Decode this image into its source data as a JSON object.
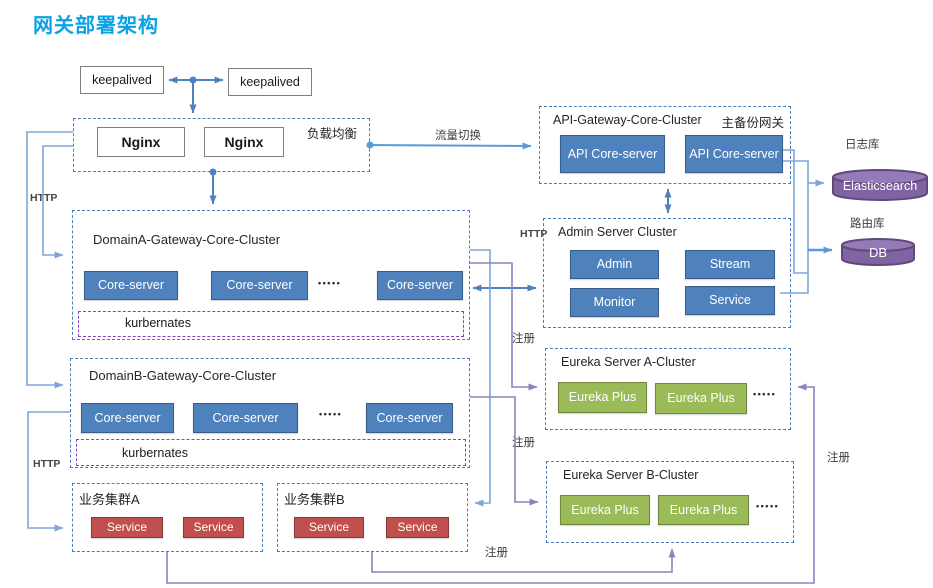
{
  "title": "网关部署架构",
  "colors": {
    "title_blue": "#0AA2E4",
    "node_blue": "#4F81BD",
    "node_green": "#9BBB59",
    "node_red": "#C0504D",
    "cylinder_purple": "#8064A2",
    "cluster_border": "#4A7EBB",
    "kubernetes_border": "#8E3FC0",
    "wire_blue": "#7DA7D8",
    "wire_purple": "#9080BD"
  },
  "keepalived": {
    "left": "keepalived",
    "right": "keepalived"
  },
  "nginx_cluster": {
    "tag": "负载均衡",
    "nodes": [
      "Nginx",
      "Nginx"
    ]
  },
  "api_cluster": {
    "title": "API-Gateway-Core-Cluster",
    "tag": "主备份网关",
    "nodes": [
      "API Core-server",
      "API Core-server"
    ]
  },
  "admin_cluster": {
    "title": "Admin Server Cluster",
    "nodes": [
      "Admin",
      "Stream",
      "Monitor",
      "Service"
    ]
  },
  "domain_a": {
    "title": "DomainA-Gateway-Core-Cluster",
    "nodes": [
      "Core-server",
      "Core-server",
      "Core-server"
    ],
    "dots": "•••••",
    "platform": "kurbernates"
  },
  "domain_b": {
    "title": "DomainB-Gateway-Core-Cluster",
    "nodes": [
      "Core-server",
      "Core-server",
      "Core-server"
    ],
    "dots": "•••••",
    "platform": "kurbernates"
  },
  "eureka_a": {
    "title": "Eureka Server A-Cluster",
    "nodes": [
      "Eureka Plus",
      "Eureka Plus"
    ],
    "dots": "•••••"
  },
  "eureka_b": {
    "title": "Eureka Server B-Cluster",
    "nodes": [
      "Eureka Plus",
      "Eureka Plus"
    ],
    "dots": "•••••"
  },
  "biz_a": {
    "title": "业务集群A",
    "nodes": [
      "Service",
      "Service"
    ]
  },
  "biz_b": {
    "title": "业务集群B",
    "nodes": [
      "Service",
      "Service"
    ]
  },
  "databases": {
    "log_label": "日志库",
    "log_db": "Elasticsearch",
    "route_label": "路由库",
    "route_db": "DB"
  },
  "edge_labels": {
    "traffic_switch": "流量切换",
    "http_top": "HTTP",
    "http_mid": "HTTP",
    "http_bottom": "HTTP",
    "register_1": "注册",
    "register_2": "注册",
    "register_3": "注册",
    "register_right": "注册"
  }
}
